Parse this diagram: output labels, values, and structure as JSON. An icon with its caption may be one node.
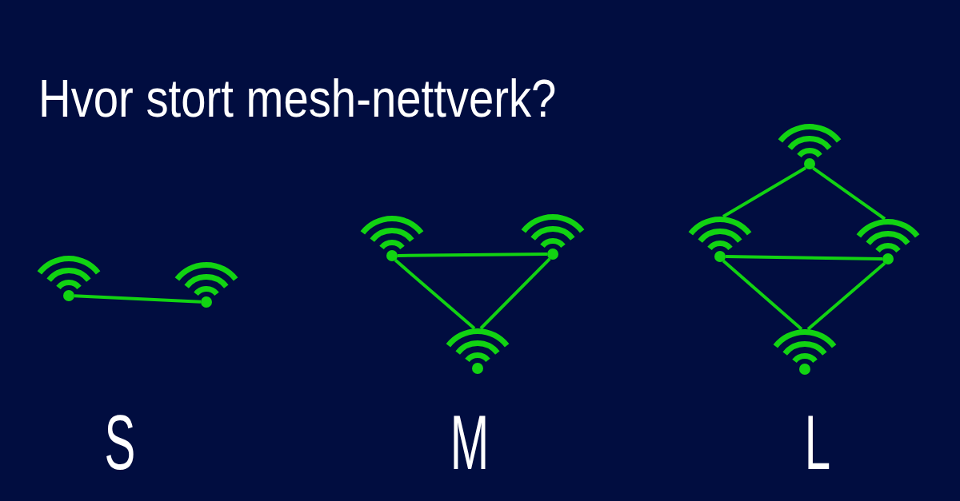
{
  "diagram": {
    "title": "Hvor stort mesh-nettverk?",
    "nodes": [
      {
        "text": [],
        "shape": "picture"
      },
      {
        "text": [],
        "shape": "picture"
      },
      {
        "text": [],
        "shape": "picture"
      },
      {
        "text": [],
        "shape": "picture"
      },
      {
        "text": [],
        "shape": "picture"
      },
      {
        "text": [],
        "shape": "picture"
      },
      {
        "text": [],
        "shape": "picture"
      },
      {
        "text": [],
        "shape": "picture"
      },
      {
        "text": [],
        "shape": "picture"
      }
    ],
    "edges": [
      {
        "from": 0,
        "to": 1,
        "arrow": "none"
      },
      {
        "from": 2,
        "to": 3,
        "arrow": "none"
      },
      {
        "from": 2,
        "to": 4,
        "arrow": "none"
      },
      {
        "from": 3,
        "to": 4,
        "arrow": "none"
      },
      {
        "from": 5,
        "to": 6,
        "arrow": "none"
      },
      {
        "from": 5,
        "to": 7,
        "arrow": "none"
      },
      {
        "from": 6,
        "to": 7,
        "arrow": "none"
      },
      {
        "from": 6,
        "to": 8,
        "arrow": "none"
      },
      {
        "from": 7,
        "to": 8,
        "arrow": "none"
      }
    ],
    "labels": [
      "S",
      "M",
      "L"
    ]
  }
}
